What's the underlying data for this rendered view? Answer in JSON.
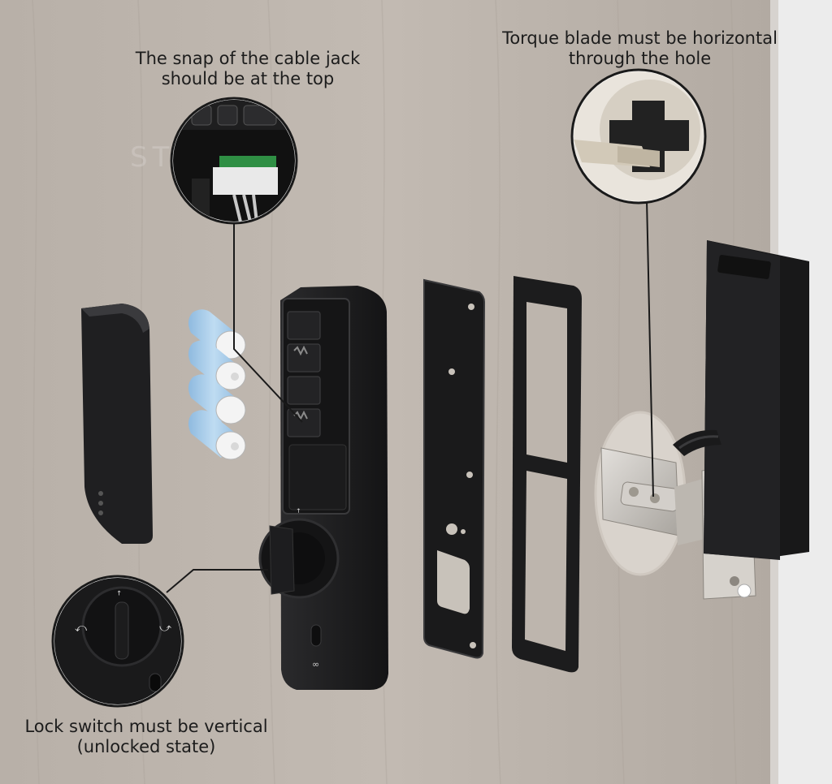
{
  "callouts": {
    "cable_jack": {
      "line1": "The snap of the cable jack",
      "line2": "should be at the top"
    },
    "torque_blade": {
      "line1": "Torque blade must be horizontal",
      "line2": "through the hole"
    },
    "lock_switch": {
      "line1": "Lock switch must be vertical",
      "line2": "(unlocked state)"
    }
  },
  "watermark": "STARTON",
  "colors": {
    "door": "#bab2ab",
    "wall": "#ececec",
    "lock_body": "#1d1d1f",
    "battery": "#a9cde8",
    "metal": "#c9c5bf"
  }
}
